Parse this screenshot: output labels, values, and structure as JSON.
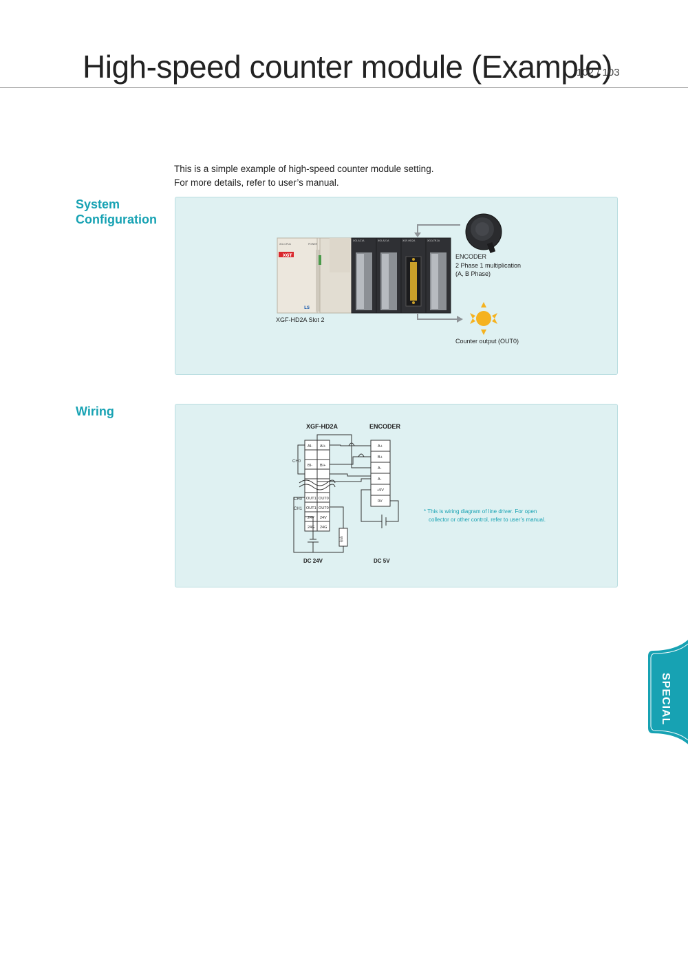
{
  "header": {
    "title": "High-speed counter module (Example)",
    "page_number": "102 / 103"
  },
  "intro": {
    "line1": "This is a simple example of high-speed counter module setting.",
    "line2": "For more details, refer to user’s manual."
  },
  "system_configuration": {
    "heading_line1": "System",
    "heading_line2": "Configuration",
    "slot_label": "XGF-HD2A Slot 2",
    "encoder_label": "ENCODER",
    "encoder_detail1": "2 Phase 1 multiplication",
    "encoder_detail2": "(A, B Phase)",
    "output_label": "Counter output (OUT0)",
    "plc_brand": "XGT",
    "plc_logo": "LS",
    "module_labels": [
      "XGI-A21A",
      "XGI-A21A",
      "XGF-HD2A",
      "XGQ-TR2A"
    ],
    "cpu_model": "XGI-CPUA",
    "power_label": "POWER"
  },
  "wiring": {
    "heading": "Wiring",
    "module_title": "XGF-HD2A",
    "encoder_title": "ENCODER",
    "ch0_label": "CH0",
    "ch0_out_label": "CH0",
    "ch1_out_label": "CH1",
    "module_terminals": [
      [
        "AI-",
        "AI+"
      ],
      [
        "",
        ""
      ],
      [
        "BI-",
        "BI+"
      ],
      [
        "",
        ""
      ],
      [
        "OUT1",
        "OUT0"
      ],
      [
        "OUT1",
        "OUT0"
      ],
      [
        "24V",
        "24V"
      ],
      [
        "24G",
        "24G"
      ]
    ],
    "encoder_terminals": [
      "A+",
      "B+",
      "A-",
      "A-",
      "+5V",
      "0V"
    ],
    "load_label": "부하",
    "dc24_label": "DC 24V",
    "dc5_label": "DC 5V",
    "note_line1": "* This is wiring diagram of line driver. For open",
    "note_line2": "collector or other control, refer to user’s manual."
  },
  "side_tab": {
    "label": "SPECIAL"
  },
  "colors": {
    "accent": "#17a2b3",
    "panel": "#dff1f2",
    "note": "#17a2b3"
  }
}
